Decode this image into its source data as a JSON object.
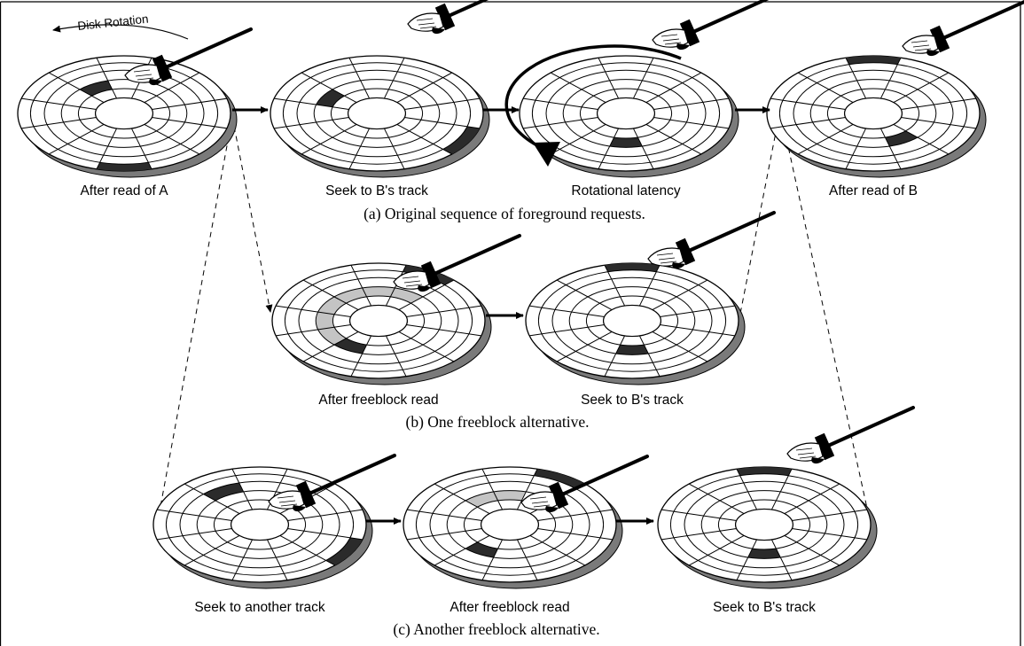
{
  "disk_rotation_label": "Disk Rotation",
  "rows": [
    {
      "caption": "(a) Original sequence of foreground requests.",
      "disks": [
        {
          "label": "After read of A"
        },
        {
          "label": "Seek to B's track"
        },
        {
          "label": "Rotational latency"
        },
        {
          "label": "After read of B"
        }
      ]
    },
    {
      "caption": "(b) One freeblock alternative.",
      "disks": [
        {
          "label": "After freeblock read"
        },
        {
          "label": "Seek to B's track"
        }
      ]
    },
    {
      "caption": "(c) Another freeblock alternative.",
      "disks": [
        {
          "label": "Seek to another track"
        },
        {
          "label": "After freeblock read"
        },
        {
          "label": "Seek to B's track"
        }
      ]
    }
  ],
  "colors": {
    "sector_dark": "#2b2b2b",
    "sector_light": "#c4c4c4",
    "disk_face": "#ffffff",
    "disk_edge": "#7a7a7a",
    "line": "#000000"
  }
}
